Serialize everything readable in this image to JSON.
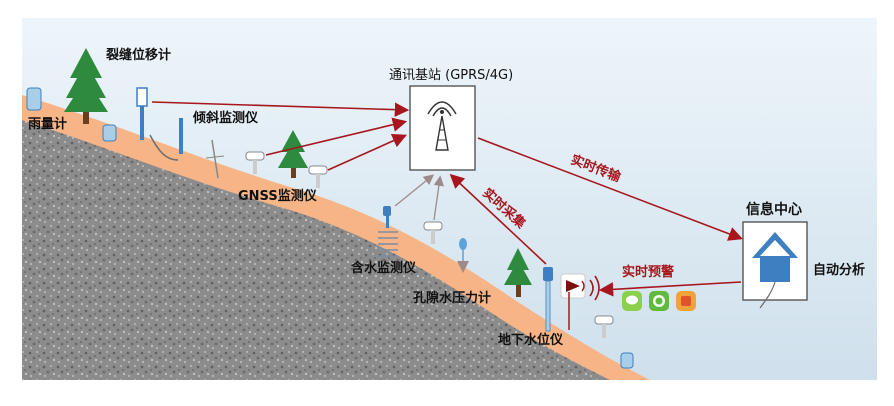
{
  "colors": {
    "sky_top": "#e9f2f8",
    "sky_bottom": "#cfe1ee",
    "soil": "#f6b487",
    "rock": "#8e8e8e",
    "arrow": "#a6161c",
    "device_blue": "#3d7fc1",
    "tree": "#2e8b3e",
    "box_border": "#555555"
  },
  "base_station": {
    "label": "通讯基站 (GPRS/4G)",
    "icon": "antenna-tower-icon"
  },
  "info_center": {
    "label": "信息中心",
    "icon": "house-icon",
    "analysis_label": "自动分析"
  },
  "sensors": {
    "rain_gauge": "雨量计",
    "crack_meter": "裂缝位移计",
    "inclinometer": "倾斜监测仪",
    "gnss": "GNSS监测仪",
    "water_content": "含水监测仪",
    "pore_pressure": "孔隙水压力计",
    "groundwater": "地下水位仪"
  },
  "links": {
    "realtime_transfer": "实时传输",
    "realtime_collect": "实时采集",
    "realtime_alert": "实时预警"
  },
  "alert_icons": [
    "alarm-siren-icon",
    "message-icon",
    "wechat-icon",
    "app-icon"
  ]
}
